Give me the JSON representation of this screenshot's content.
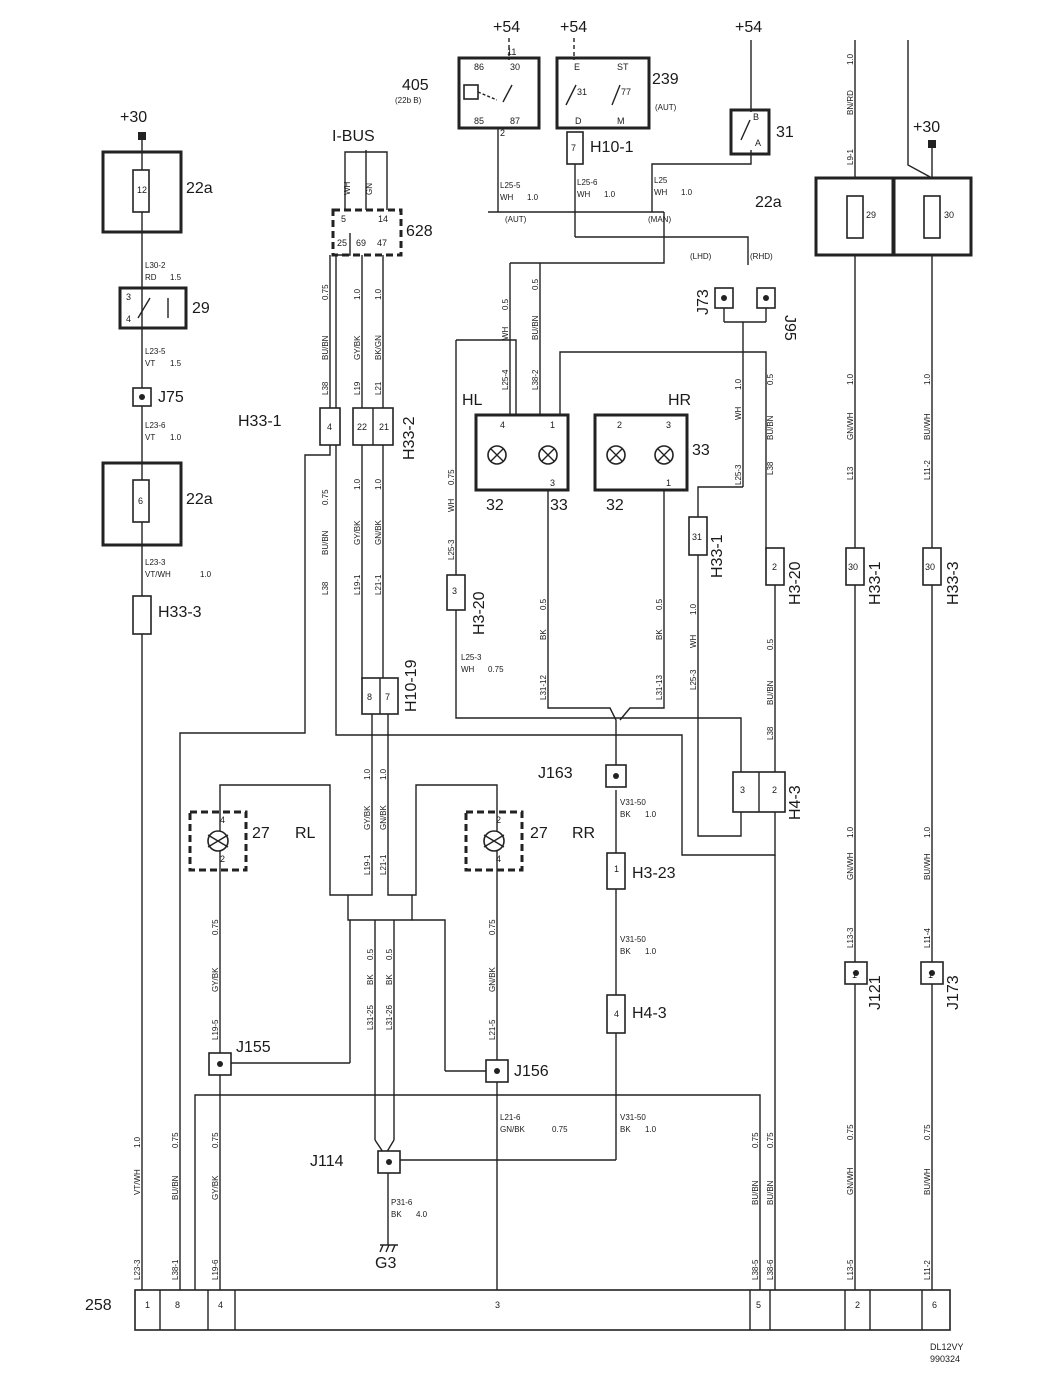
{
  "supplies": {
    "p30": "+30",
    "p54": "+54"
  },
  "fuses": {
    "f12": "12",
    "f6": "6",
    "f29": "29",
    "f30": "30",
    "label": "22a"
  },
  "components": {
    "c405": "405",
    "c405_sub": "(22b B)",
    "c239": "239",
    "c239_sub": "(AUT)",
    "c31": "31",
    "c29": "29",
    "c628": "628",
    "ibus": "I-BUS",
    "j75": "J75",
    "hl": "HL",
    "hr": "HR",
    "n32": "32",
    "n33": "33",
    "j73": "J73",
    "j95": "J95",
    "lhd": "(LHD)",
    "rhd": "(RHD)",
    "aut": "(AUT)",
    "man": "(MAN)",
    "j163": "J163",
    "rl": "RL",
    "rr": "RR",
    "n27": "27",
    "j155": "J155",
    "j156": "J156",
    "j114": "J114",
    "g3": "G3",
    "j121": "J121",
    "j173": "J173",
    "c258": "258",
    "code1": "DL12VY",
    "code2": "990324"
  },
  "connectors": {
    "h33_1": "H33-1",
    "h33_2": "H33-2",
    "h33_3": "H33-3",
    "h10_1": "H10-1",
    "h10_19": "H10-19",
    "h3_20": "H3-20",
    "h4_3": "H4-3",
    "h3_23": "H3-23"
  },
  "pins": {
    "r86": "86",
    "r30": "30",
    "r85": "85",
    "r87": "87",
    "r2": "2",
    "r11": "11",
    "sE": "E",
    "sST": "ST",
    "s31": "31",
    "s77": "77",
    "sD": "D",
    "sM": "M",
    "s7": "7",
    "bB": "B",
    "bA": "A",
    "k3": "3",
    "k4": "4",
    "m5": "5",
    "m14": "14",
    "m25": "25",
    "m69": "69",
    "m47": "47",
    "h4": "4",
    "h22": "22",
    "h21": "21",
    "h8": "8",
    "h7": "7",
    "l4": "4",
    "l1": "1",
    "l3": "3",
    "l2": "2",
    "b31": "31",
    "b30": "30",
    "b2": "2",
    "b3": "3",
    "b1": "1",
    "x1": "1",
    "x8": "8",
    "x4": "4",
    "x3": "3",
    "x5": "5",
    "x2": "2",
    "x6": "6"
  },
  "wires": {
    "L30_2": "L30-2",
    "RD": "RD",
    "w15": "1.5",
    "L23_5": "L23-5",
    "VT": "VT",
    "L23_6": "L23-6",
    "w10": "1.0",
    "L23_3": "L23-3",
    "VTWH": "VT/WH",
    "L25_5": "L25-5",
    "WH": "WH",
    "L25_6": "L25-6",
    "L25": "L25",
    "GN": "GN",
    "w075": "0.75",
    "BUBN": "BU/BN",
    "GYBK": "GY/BK",
    "BKGN": "BK/GN",
    "GNBK": "GN/BK",
    "L38": "L38",
    "L19": "L19",
    "L21": "L21",
    "L19_1": "L19-1",
    "L21_1": "L21-1",
    "L25_4": "L25-4",
    "L38_2": "L38-2",
    "w05": "0.5",
    "L25_3": "L25-3",
    "BK": "BK",
    "L31_12": "L31-12",
    "L31_13": "L31-13",
    "V31_50": "V31-50",
    "L31_25": "L31-25",
    "L31_26": "L31-26",
    "L19_5": "L19-5",
    "L21_5": "L21-5",
    "L21_6": "L21-6",
    "P31_6": "P31-6",
    "w40": "4.0",
    "L38_1": "L38-1",
    "L19_6": "L19-6",
    "L38_5": "L38-5",
    "L38_6": "L38-6",
    "BNRD": "BN/RD",
    "L9_1": "L9-1",
    "GNWH": "GN/WH",
    "BUWH": "BU/WH",
    "L13": "L13",
    "L11_2": "L11-2",
    "L13_3": "L13-3",
    "L11_4": "L11-4",
    "L13_5": "L13-5"
  }
}
